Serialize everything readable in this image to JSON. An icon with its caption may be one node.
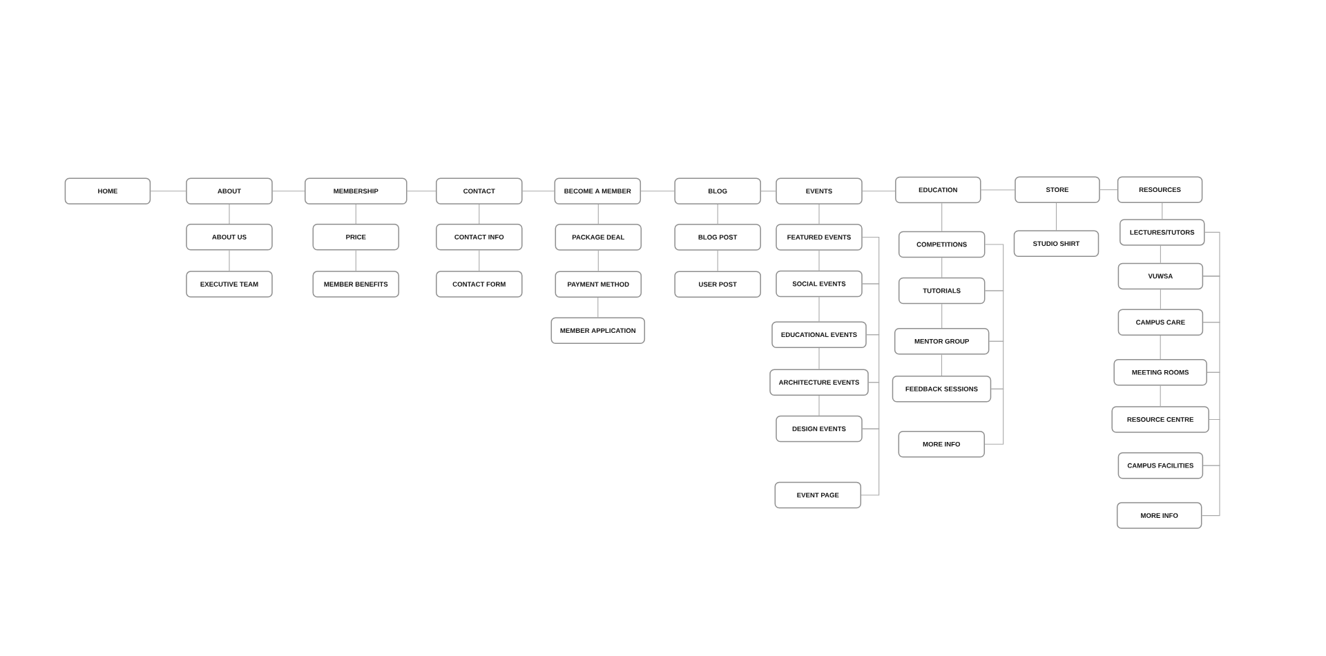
{
  "diagram": {
    "nodes": [
      {
        "text": [
          "HOME"
        ]
      },
      {
        "text": [
          "ABOUT"
        ]
      },
      {
        "text": [
          "ABOUT US"
        ]
      },
      {
        "text": [
          "EXECUTIVE TEAM"
        ]
      },
      {
        "text": [
          "MEMBERSHIP"
        ]
      },
      {
        "text": [
          "PRICE"
        ]
      },
      {
        "text": [
          "MEMBER BENEFITS"
        ]
      },
      {
        "text": [
          "CONTACT"
        ]
      },
      {
        "text": [
          "CONTACT INFO"
        ]
      },
      {
        "text": [
          "CONTACT FORM"
        ]
      },
      {
        "text": [
          "BECOME A MEMBER"
        ]
      },
      {
        "text": [
          "PACKAGE DEAL"
        ]
      },
      {
        "text": [
          "PAYMENT METHOD"
        ]
      },
      {
        "text": [
          "MEMBER APPLICATION"
        ]
      },
      {
        "text": [
          "BLOG"
        ]
      },
      {
        "text": [
          "BLOG POST"
        ]
      },
      {
        "text": [
          "USER POST"
        ]
      },
      {
        "text": [
          "EVENTS"
        ]
      },
      {
        "text": [
          "FEATURED EVENTS"
        ]
      },
      {
        "text": [
          "SOCIAL EVENTS"
        ]
      },
      {
        "text": [
          "EDUCATIONAL EVENTS"
        ]
      },
      {
        "text": [
          "ARCHITECTURE EVENTS"
        ]
      },
      {
        "text": [
          "DESIGN EVENTS"
        ]
      },
      {
        "text": [
          "EVENT PAGE"
        ]
      },
      {
        "text": [
          "EDUCATION"
        ]
      },
      {
        "text": [
          "COMPETITIONS"
        ]
      },
      {
        "text": [
          "TUTORIALS"
        ]
      },
      {
        "text": [
          "MENTOR GROUP"
        ]
      },
      {
        "text": [
          "FEEDBACK SESSIONS"
        ]
      },
      {
        "text": [
          "MORE INFO"
        ]
      },
      {
        "text": [
          "STORE"
        ]
      },
      {
        "text": [
          "STUDIO SHIRT"
        ]
      },
      {
        "text": [
          "RESOURCES"
        ]
      },
      {
        "text": [
          "LECTURES/TUTORS"
        ]
      },
      {
        "text": [
          "VUWSA"
        ]
      },
      {
        "text": [
          "CAMPUS CARE"
        ]
      },
      {
        "text": [
          "MEETING ROOMS"
        ]
      },
      {
        "text": [
          "RESOURCE CENTRE"
        ]
      },
      {
        "text": [
          "CAMPUS FACILITIES"
        ]
      },
      {
        "text": [
          "MORE INFO"
        ]
      }
    ],
    "edges": [
      {
        "from": 0,
        "to": 1,
        "arrow": "none"
      },
      {
        "from": 1,
        "to": 4,
        "arrow": "none"
      },
      {
        "from": 4,
        "to": 7,
        "arrow": "none"
      },
      {
        "from": 7,
        "to": 10,
        "arrow": "none"
      },
      {
        "from": 10,
        "to": 14,
        "arrow": "none"
      },
      {
        "from": 14,
        "to": 17,
        "arrow": "none"
      },
      {
        "from": 17,
        "to": 24,
        "arrow": "none"
      },
      {
        "from": 24,
        "to": 30,
        "arrow": "none"
      },
      {
        "from": 30,
        "to": 32,
        "arrow": "none"
      },
      {
        "from": 1,
        "to": 2,
        "arrow": "none"
      },
      {
        "from": 2,
        "to": 3,
        "arrow": "none"
      },
      {
        "from": 4,
        "to": 5,
        "arrow": "none"
      },
      {
        "from": 5,
        "to": 6,
        "arrow": "none"
      },
      {
        "from": 7,
        "to": 8,
        "arrow": "none"
      },
      {
        "from": 8,
        "to": 9,
        "arrow": "none"
      },
      {
        "from": 10,
        "to": 11,
        "arrow": "none"
      },
      {
        "from": 11,
        "to": 12,
        "arrow": "none"
      },
      {
        "from": 12,
        "to": 13,
        "arrow": "none"
      },
      {
        "from": 14,
        "to": 15,
        "arrow": "none"
      },
      {
        "from": 15,
        "to": 16,
        "arrow": "none"
      },
      {
        "from": 17,
        "to": 18,
        "arrow": "none"
      },
      {
        "from": 18,
        "to": 19,
        "arrow": "none"
      },
      {
        "from": 19,
        "to": 20,
        "arrow": "none"
      },
      {
        "from": 20,
        "to": 21,
        "arrow": "none"
      },
      {
        "from": 21,
        "to": 22,
        "arrow": "none"
      },
      {
        "from": 24,
        "to": 25,
        "arrow": "none"
      },
      {
        "from": 25,
        "to": 26,
        "arrow": "none"
      },
      {
        "from": 26,
        "to": 27,
        "arrow": "none"
      },
      {
        "from": 27,
        "to": 28,
        "arrow": "none"
      },
      {
        "from": 30,
        "to": 31,
        "arrow": "none"
      },
      {
        "from": 32,
        "to": 33,
        "arrow": "none"
      },
      {
        "from": 33,
        "to": 34,
        "arrow": "none"
      },
      {
        "from": 34,
        "to": 35,
        "arrow": "none"
      },
      {
        "from": 35,
        "to": 36,
        "arrow": "none"
      },
      {
        "from": 36,
        "to": 37,
        "arrow": "none"
      },
      {
        "from": 18,
        "to": 19,
        "arrow": "none"
      },
      {
        "from": 19,
        "to": 20,
        "arrow": "none"
      },
      {
        "from": 20,
        "to": 21,
        "arrow": "none"
      },
      {
        "from": 21,
        "to": 22,
        "arrow": "none"
      },
      {
        "from": 22,
        "to": 23,
        "arrow": "none"
      },
      {
        "from": 25,
        "to": 26,
        "arrow": "none"
      },
      {
        "from": 26,
        "to": 27,
        "arrow": "none"
      },
      {
        "from": 27,
        "to": 28,
        "arrow": "none"
      },
      {
        "from": 28,
        "to": 29,
        "arrow": "none"
      },
      {
        "from": 33,
        "to": 34,
        "arrow": "none"
      },
      {
        "from": 34,
        "to": 35,
        "arrow": "none"
      },
      {
        "from": 35,
        "to": 36,
        "arrow": "none"
      },
      {
        "from": 36,
        "to": 37,
        "arrow": "none"
      },
      {
        "from": 37,
        "to": 38,
        "arrow": "none"
      },
      {
        "from": 38,
        "to": 39,
        "arrow": "none"
      }
    ]
  }
}
